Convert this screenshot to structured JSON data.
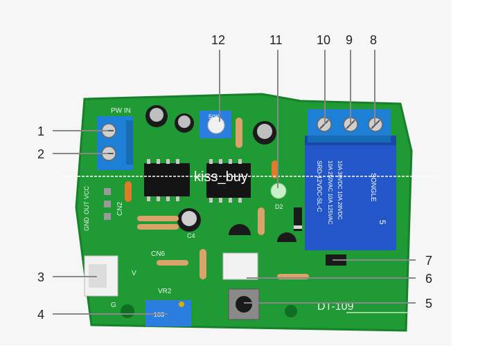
{
  "callouts": {
    "c1": "1",
    "c2": "2",
    "c3": "3",
    "c4": "4",
    "c5": "5",
    "c6": "6",
    "c7": "7",
    "c8": "8",
    "c9": "9",
    "c10": "10",
    "c11": "11",
    "c12": "12"
  },
  "watermark": "kiss_buy",
  "board": {
    "model": "DT-109",
    "pwr_label": "PW IN",
    "vcc_label": "VCC",
    "out_label": "OUT",
    "gnd_label": "GND",
    "cn2_label": "CN2",
    "cn6_label": "CN6",
    "vr2_label": "VR2",
    "pot_top_label": "50K",
    "pot_bottom_label": "103",
    "v_label": "V",
    "g_label": "G",
    "d2_label": "D2",
    "c4_label": "C4"
  },
  "relay": {
    "line1": "SRD-12VDC-SL-C",
    "line2": "10A 250VAC 10A 125VAC",
    "line3": "10A 30VDC 10A 28VDC",
    "brand": "SONGLE",
    "pins": "5"
  }
}
